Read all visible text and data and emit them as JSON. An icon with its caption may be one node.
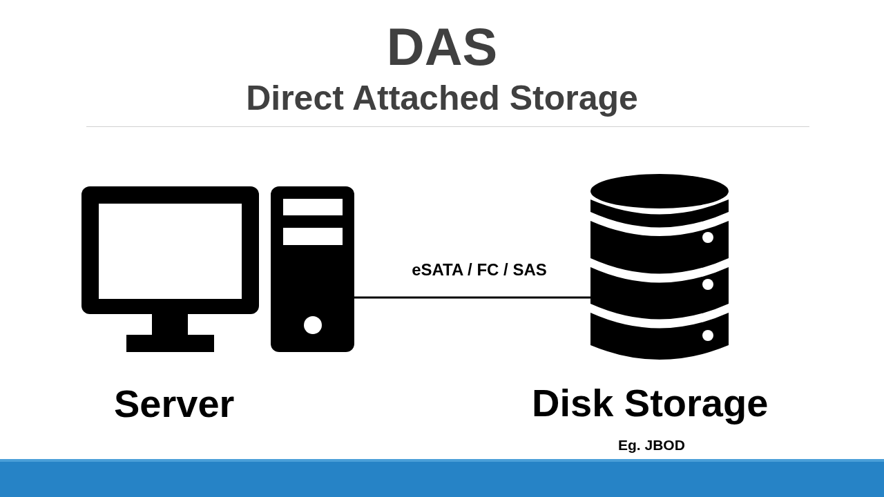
{
  "diagram": {
    "title": "DAS",
    "nodes": [
      {
        "text": [
          "Server"
        ]
      },
      {
        "text": [
          "Disk Storage"
        ],
        "beside": [
          "Eg. JBOD"
        ]
      }
    ],
    "edges": [
      {
        "from": 0,
        "to": 1,
        "arrow": "none",
        "label": "eSATA / FC / SAS"
      }
    ],
    "labels": [
      "Direct Attached Storage"
    ]
  }
}
